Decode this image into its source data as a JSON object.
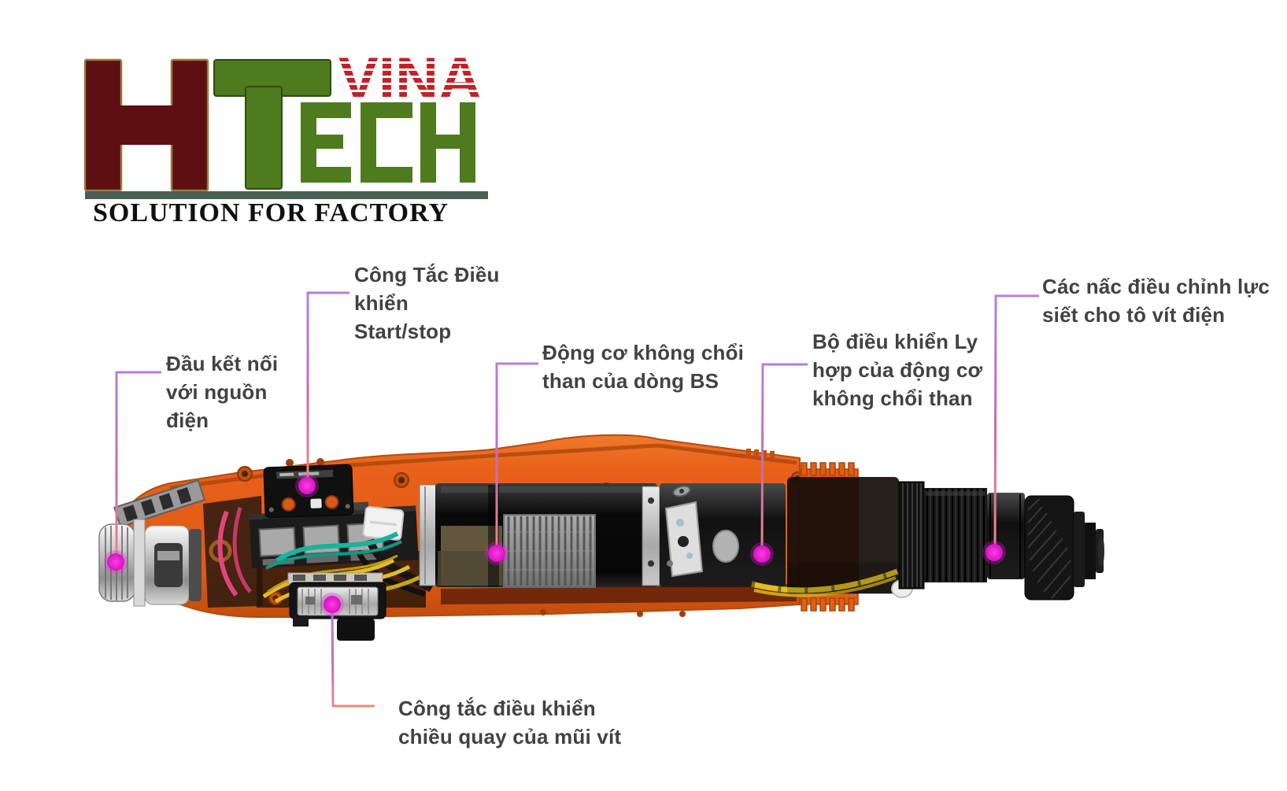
{
  "logo": {
    "brand": "HTECH",
    "vina": "VINA",
    "tagline": "SOLUTION FOR FACTORY"
  },
  "colors": {
    "logo_maroon": "#5e0f11",
    "logo_green": "#4e7b1d",
    "logo_red": "#c22127",
    "logo_bar": "#4a6054",
    "shell_orange": "#e8611a",
    "marker_dot": "#e31fd4",
    "leader_violet": "#b57fd9",
    "leader_salmon": "#ee8b7d",
    "label_text": "#424242"
  },
  "labels": [
    {
      "id": "start-stop-switch",
      "lines": [
        "Công Tắc Điều",
        "khiển",
        "Start/stop"
      ]
    },
    {
      "id": "power-connector",
      "lines": [
        "Đầu kết nối",
        "với nguồn",
        "điện"
      ]
    },
    {
      "id": "brushless-motor",
      "lines": [
        "Động cơ không chổi",
        "than của  dòng BS"
      ]
    },
    {
      "id": "clutch-controller",
      "lines": [
        "Bộ điều khiển Ly",
        "hợp của động cơ",
        "không chổi than"
      ]
    },
    {
      "id": "torque-adjustment",
      "lines": [
        "Các nấc điều chỉnh lực",
        "siết cho tô vít điện"
      ]
    },
    {
      "id": "direction-switch",
      "lines": [
        "Công tắc điều khiển",
        "chiều quay của mũi vít"
      ]
    }
  ]
}
